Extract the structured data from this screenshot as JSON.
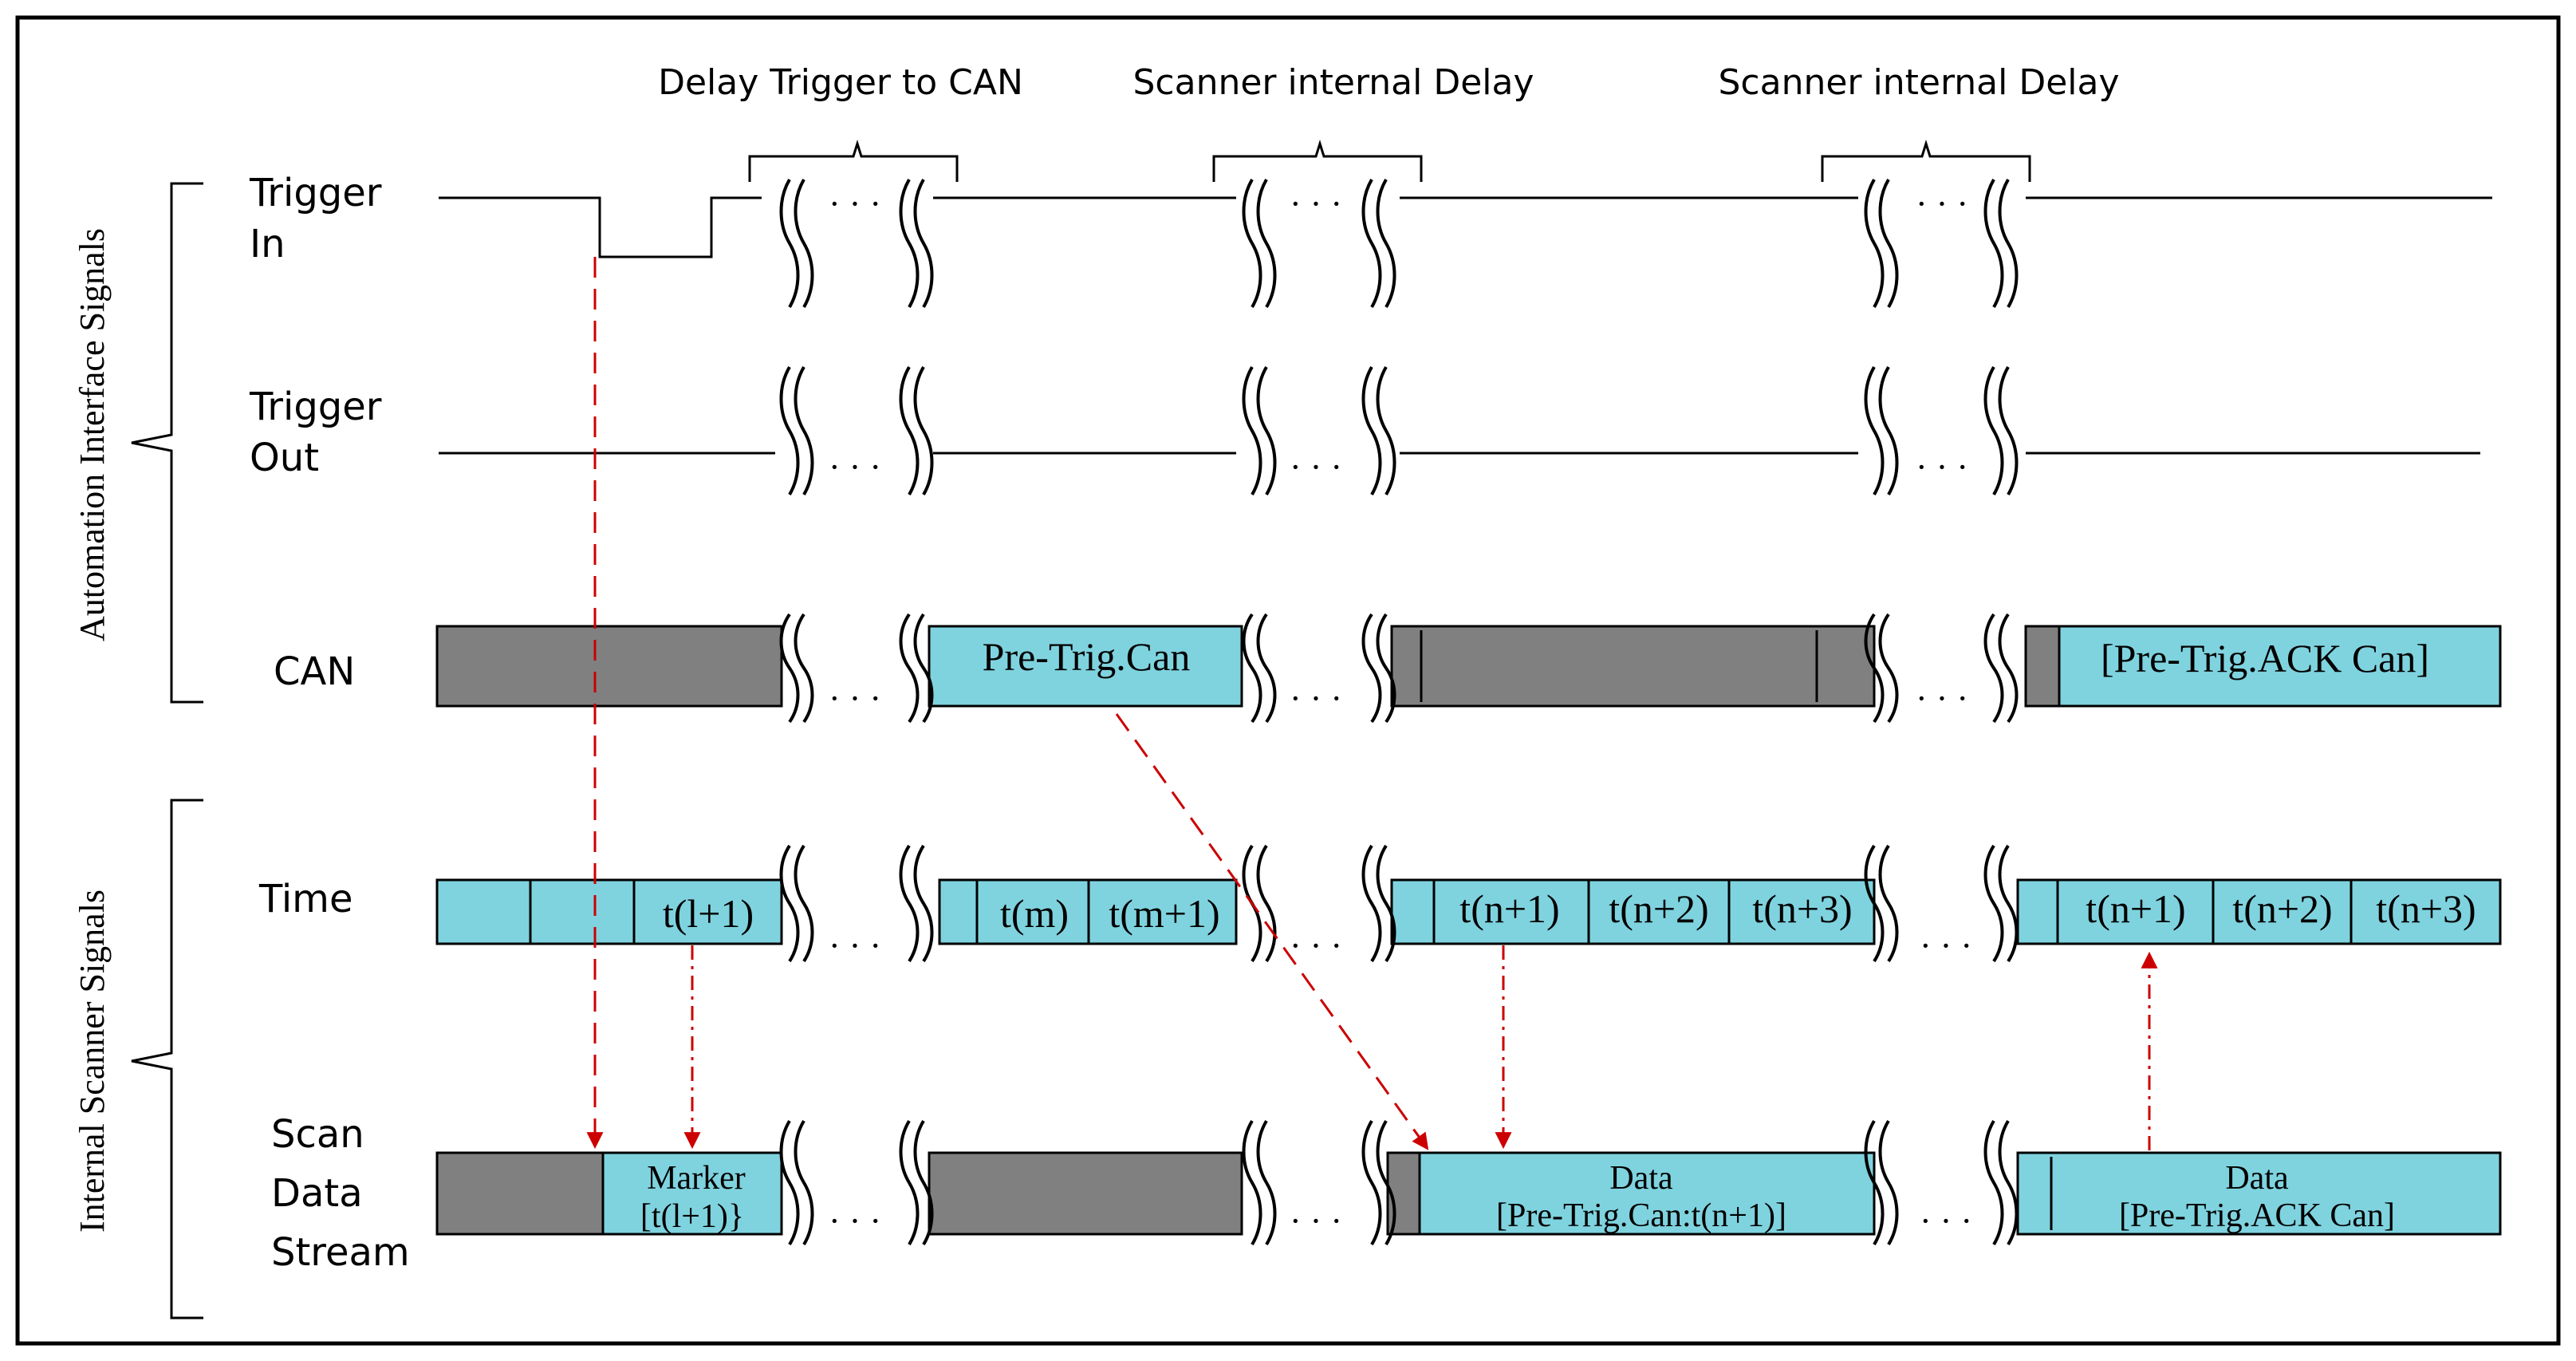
{
  "groups": {
    "automation": "Automation Interface Signals",
    "internal": "Internal Scanner Signals"
  },
  "signals": {
    "trigger_in": [
      "Trigger",
      "In"
    ],
    "trigger_out": [
      "Trigger",
      "Out"
    ],
    "can": "CAN",
    "time": "Time",
    "scan_data_stream": [
      "Scan",
      "Data",
      "Stream"
    ]
  },
  "delays": {
    "delay1": "Delay Trigger to CAN",
    "delay2": "Scanner internal Delay",
    "delay3": "Scanner internal Delay"
  },
  "can_labels": {
    "pre_trig_can": "Pre-Trig.Can",
    "pre_trig_ack_can": "[Pre-Trig.ACK Can]"
  },
  "time_labels": {
    "t_l1": "t(l+1)",
    "t_m": "t(m)",
    "t_m1": "t(m+1)",
    "t_n1": "t(n+1)",
    "t_n2": "t(n+2)",
    "t_n3": "t(n+3)",
    "t_n1b": "t(n+1)",
    "t_n2b": "t(n+2)",
    "t_n3b": "t(n+3)"
  },
  "data_labels": {
    "marker_1": "Marker",
    "marker_2": "[t(l+1)}",
    "data1_1": "Data",
    "data1_2": "[Pre-Trig.Can:t(n+1)]",
    "data2_1": "Data",
    "data2_2": "[Pre-Trig.ACK Can]"
  },
  "break_dots": "· · ·",
  "colors": {
    "cyan": "#7fd3df",
    "gray": "#808080",
    "arrow": "#cc0000"
  }
}
